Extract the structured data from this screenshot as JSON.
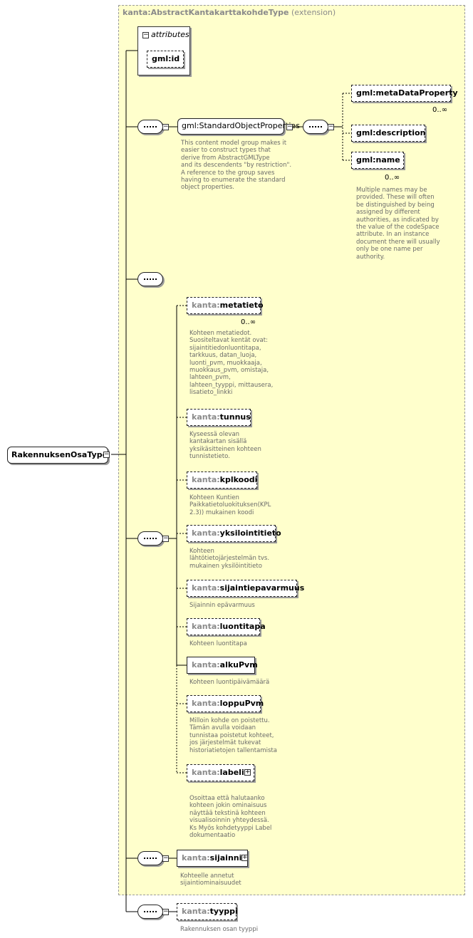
{
  "extension": {
    "base": "kanta:AbstractKantakarttakohdeType",
    "label": "(extension)"
  },
  "attributes": {
    "title": "attributes",
    "items": [
      {
        "name": "gml:id"
      }
    ]
  },
  "root": {
    "name": "RakennuksenOsaType"
  },
  "standard_props": {
    "group_name": "gml:StandardObjectProperties",
    "doc": "This content model group makes it\neasier to construct types that\n   derive from AbstractGMLType\nand its descendents \"by restriction\".\n    A reference to the group saves\nhaving to enumerate the standard\nobject properties.",
    "elements": [
      {
        "name": "gml:metaDataProperty",
        "mult": "0..∞"
      },
      {
        "name": "gml:description",
        "mult": ""
      },
      {
        "name": "gml:name",
        "mult": "0..∞"
      }
    ],
    "name_doc": "Multiple names may be\nprovided.  These will often\nbe distinguished by being\nassigned by different\nauthorities, as indicated by\nthe value of the codeSpace\nattribute.  In an instance\ndocument there will usually\nonly be one name per\nauthority."
  },
  "elements": [
    {
      "prefix": "kanta:",
      "name": "metatieto",
      "mult": "0..∞",
      "doc": "Kohteen metatiedot.\nSuositeltavat kentät ovat:\nsijaintitiedonluontitapa,\ntarkkuus, datan_luoja,\nluonti_pvm, muokkaaja,\nmuokkaus_pvm, omistaja,\nlahteen_pvm,\nlahteen_tyyppi, mittausera,\nlisatieto_linkki"
    },
    {
      "prefix": "kanta:",
      "name": "tunnus",
      "mult": "",
      "doc": "Kyseessä olevan\nkantakartan sisällä\nyksikäsitteinen kohteen\ntunnistetieto."
    },
    {
      "prefix": "kanta:",
      "name": "kplkoodi",
      "mult": "",
      "doc": "Kohteen Kuntien\nPaikkatietoluokituksen(KPL\n2.3)) mukainen koodi"
    },
    {
      "prefix": "kanta:",
      "name": "yksilointitieto",
      "mult": "",
      "doc": "Kohteen\nlähtötietojärjestelmän  tvs.\nmukainen yksilöintitieto"
    },
    {
      "prefix": "kanta:",
      "name": "sijaintiepavarmuus",
      "mult": "",
      "doc": "Sijainnin epävarmuus"
    },
    {
      "prefix": "kanta:",
      "name": "luontitapa",
      "mult": "",
      "doc": "Kohteen luontitapa"
    },
    {
      "prefix": "kanta:",
      "name": "alkuPvm",
      "mult": "",
      "doc": "Kohteen luontipäivämäärä"
    },
    {
      "prefix": "kanta:",
      "name": "loppuPvm",
      "mult": "",
      "doc": "Milloin kohde on poistettu.\nTämän avulla voidaan\ntunnistaa poistetut kohteet,\njos järjestelmät tukevat\nhistoriatietojen tallentamista"
    },
    {
      "prefix": "kanta:",
      "name": "labelit",
      "mult": "",
      "doc": "Osoittaa että halutaanko\nkohteen jokin ominaisuus\nnäyttää tekstinä kohteen\nvisualisoinnin yhteydessä.\n Ks Myös kohdetyyppi Label\ndokumentaatio"
    }
  ],
  "sijainnit": {
    "prefix": "kanta:",
    "name": "sijainnit",
    "doc": "Kohteelle annetut\nsijaintiominaisuudet"
  },
  "tyyppi": {
    "prefix": "kanta:",
    "name": "tyyppi",
    "doc": "Rakennuksen osan tyyppi"
  },
  "colors": {
    "extension_bg": "#ffffcc",
    "prefix_gray": "#8a8a8a",
    "doc_gray": "#6a6a6a",
    "line": "#000000"
  }
}
